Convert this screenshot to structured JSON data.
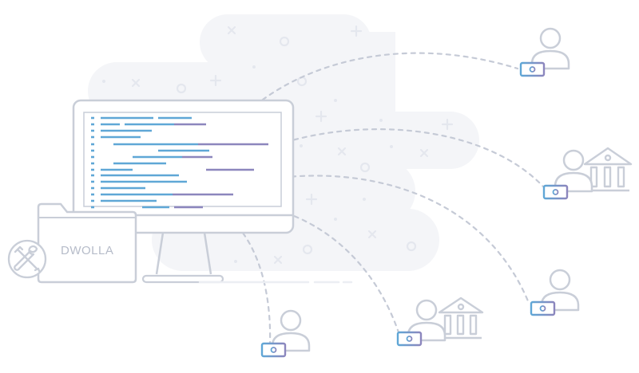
{
  "folder": {
    "label": "DWOLLA"
  },
  "colors": {
    "outline": "#c9ced8",
    "blob": "#f4f5f8",
    "blob_marks": "#e4e7ee",
    "code_blue": "#5fa7d6",
    "code_purple": "#8c86bd",
    "dash": "#c5cad6",
    "wallet_start": "#5fa7d6",
    "wallet_end": "#8c86bd"
  },
  "icons": {
    "monitor": "monitor-icon",
    "folder": "folder-icon",
    "tools": "tools-icon",
    "user": "user-icon",
    "bank": "bank-icon",
    "wallet": "wallet-icon"
  },
  "recipients": [
    {
      "id": "recipient-top",
      "kind": "user"
    },
    {
      "id": "recipient-upper-right",
      "kind": "user-bank"
    },
    {
      "id": "recipient-lower-right",
      "kind": "user"
    },
    {
      "id": "recipient-bottom-middle",
      "kind": "user-bank"
    },
    {
      "id": "recipient-bottom-left",
      "kind": "user"
    }
  ]
}
